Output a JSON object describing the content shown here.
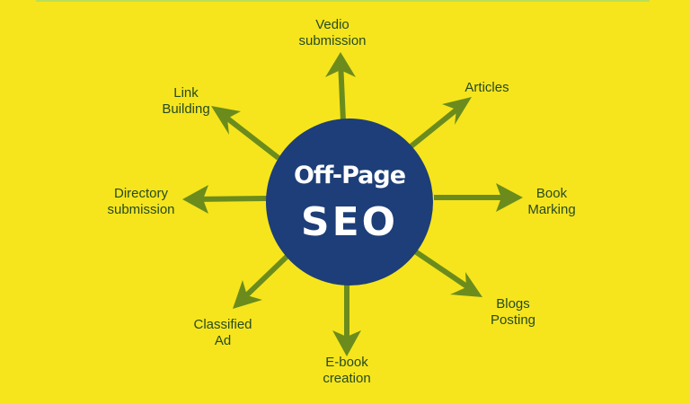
{
  "center": {
    "line1": "Off-Page",
    "line2": "SEO"
  },
  "nodes": [
    {
      "l1": "Vedio",
      "l2": "submission"
    },
    {
      "l1": "Articles",
      "l2": ""
    },
    {
      "l1": "Book",
      "l2": "Marking"
    },
    {
      "l1": "Blogs",
      "l2": "Posting"
    },
    {
      "l1": "E-book",
      "l2": "creation"
    },
    {
      "l1": "Classified",
      "l2": "Ad"
    },
    {
      "l1": "Directory",
      "l2": "submission"
    },
    {
      "l1": "Link",
      "l2": "Building"
    }
  ],
  "colors": {
    "background": "#f6e51d",
    "circle": "#1d3e78",
    "arrow": "#6b8c1c",
    "text": "#264a22"
  }
}
